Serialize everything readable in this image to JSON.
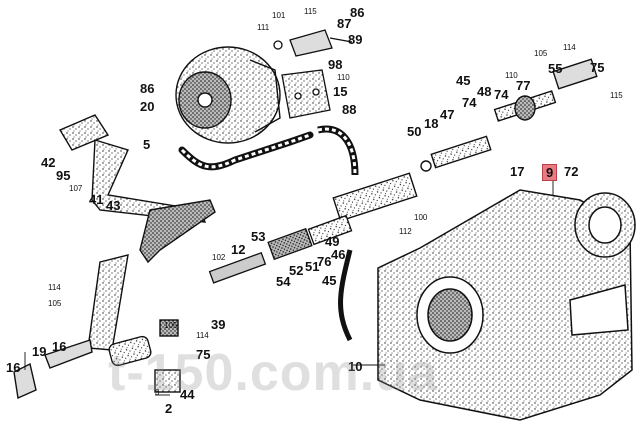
{
  "callouts": {
    "c86a": "86",
    "c101": "101",
    "c115": "115",
    "c87": "87",
    "c89": "89",
    "c111": "111",
    "c98": "98",
    "c110a": "110",
    "c15": "15",
    "c86b": "86",
    "c20": "20",
    "c88": "88",
    "c5": "5",
    "c105a": "105",
    "c114a": "114",
    "c55": "55",
    "c75a": "75",
    "c115b": "115",
    "c110b": "110",
    "c77": "77",
    "c45a": "45",
    "c48": "48",
    "c74a": "74",
    "c74b": "74",
    "c47": "47",
    "c18": "18",
    "c50": "50",
    "c42": "42",
    "c95": "95",
    "c107": "107",
    "c41": "41",
    "c43": "43",
    "c17": "17",
    "c9": "9",
    "c72": "72",
    "c100": "100",
    "c112": "112",
    "c53": "53",
    "c12": "12",
    "c102": "102",
    "c49": "49",
    "c46": "46",
    "c52": "52",
    "c51": "51",
    "c76": "76",
    "c54": "54",
    "c45b": "45",
    "c114b": "114",
    "c105b": "105",
    "c39": "39",
    "c105c": "105",
    "c114c": "114",
    "c75b": "75",
    "c16a": "16",
    "c16b": "16",
    "c19": "19",
    "c3": "3",
    "c44": "44",
    "c2": "2",
    "c10": "10"
  },
  "watermark": "t-150.com.ua",
  "colors": {
    "ink": "#1a1a1a",
    "paper": "#ffffff",
    "highlight": "#e97c83"
  }
}
